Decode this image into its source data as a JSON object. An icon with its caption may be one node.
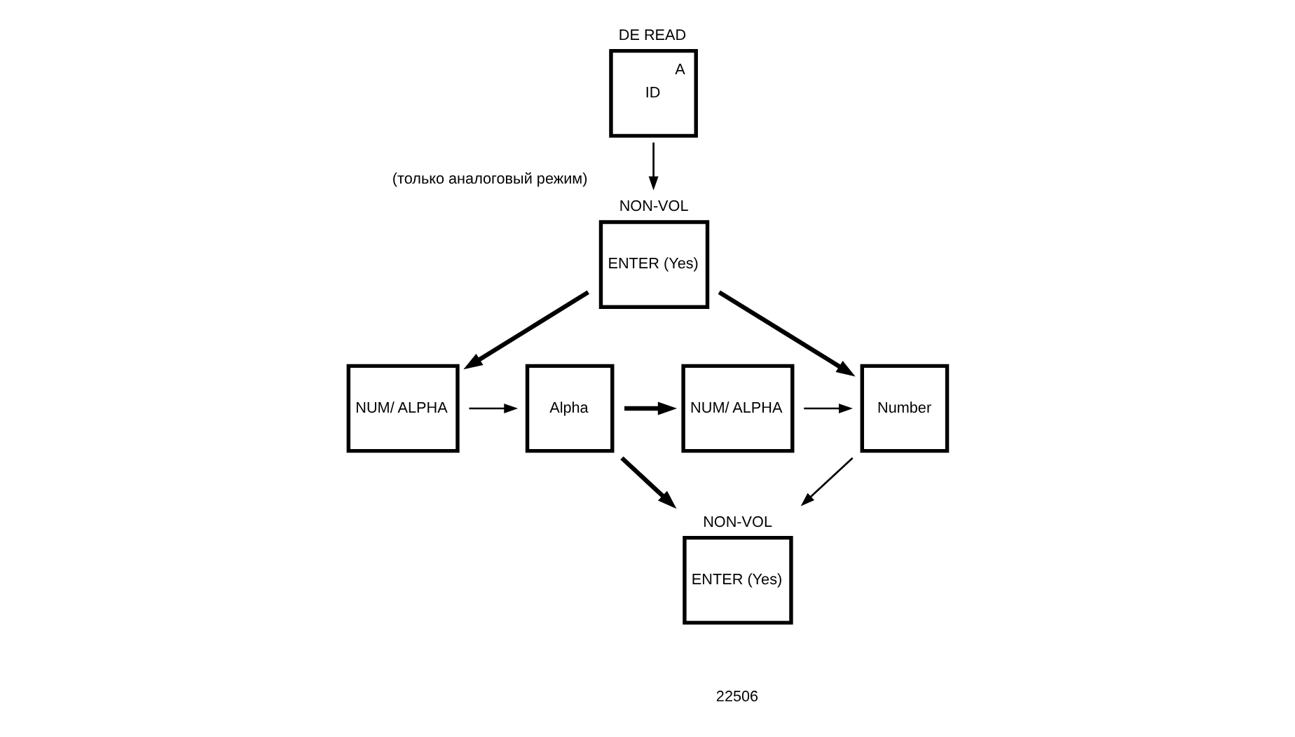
{
  "diagram": {
    "nodes": [
      {
        "text": [
          "DE READ",
          "A",
          "ID"
        ]
      },
      {
        "text": [
          "NON-VOL",
          "ENTER (Yes)"
        ],
        "beside": [
          "(только аналоговый режим)"
        ]
      },
      {
        "text": [
          "NUM/ ALPHA"
        ]
      },
      {
        "text": [
          "Alpha"
        ]
      },
      {
        "text": [
          "NUM/ ALPHA"
        ]
      },
      {
        "text": [
          "Number"
        ]
      },
      {
        "text": [
          "NON-VOL",
          "ENTER (Yes)"
        ]
      }
    ],
    "edges": [
      {
        "from": 0,
        "to": 1,
        "arrow": "to"
      },
      {
        "from": 1,
        "to": 2,
        "arrow": "to",
        "style": "thick"
      },
      {
        "from": 1,
        "to": 5,
        "arrow": "to",
        "style": "thick"
      },
      {
        "from": 2,
        "to": 3,
        "arrow": "to"
      },
      {
        "from": 3,
        "to": 4,
        "arrow": "to",
        "style": "thick"
      },
      {
        "from": 4,
        "to": 5,
        "arrow": "to"
      },
      {
        "from": 3,
        "to": 6,
        "arrow": "to",
        "style": "thick"
      },
      {
        "from": 5,
        "to": 6,
        "arrow": "to"
      }
    ],
    "labels": [
      "22506"
    ]
  }
}
